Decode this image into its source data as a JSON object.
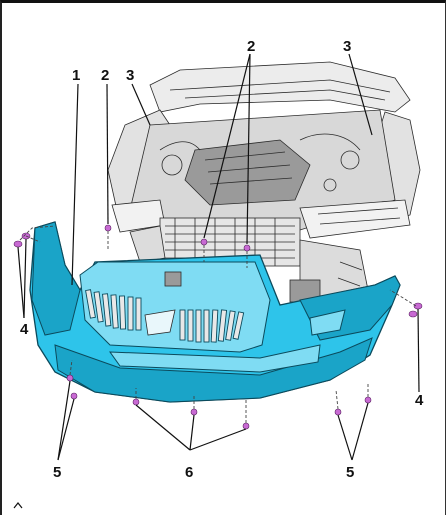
{
  "diagram": {
    "callouts": {
      "c1": "1",
      "c2a": "2",
      "c2b": "2",
      "c3a": "3",
      "c3b": "3",
      "c4a": "4",
      "c4b": "4",
      "c5a": "5",
      "c5b": "5",
      "c6": "6"
    },
    "colors": {
      "bumper": "#2ec4ea",
      "fastener": "#c86ad3",
      "line_art": "#2b2b2b"
    }
  }
}
